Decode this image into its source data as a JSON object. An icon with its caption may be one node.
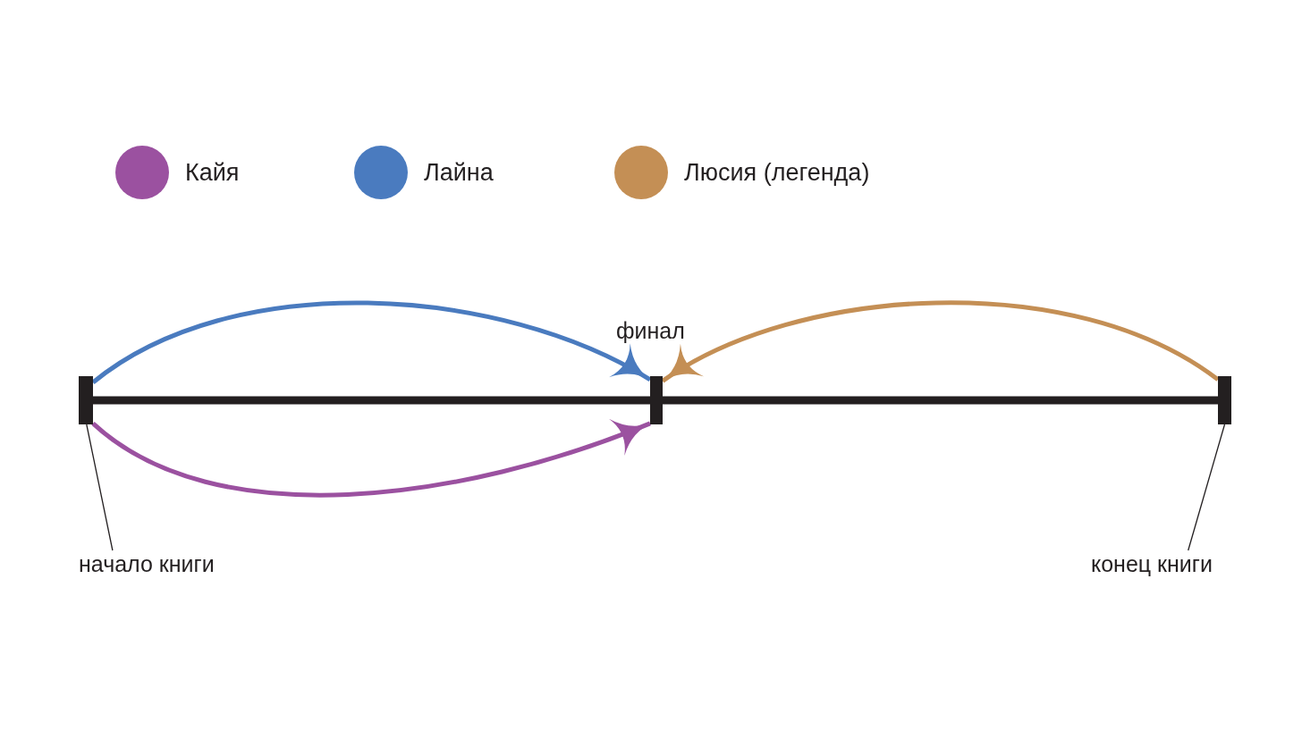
{
  "diagram": {
    "nodes": [
      {
        "text": [],
        "shape": "bar"
      },
      {
        "text": [],
        "shape": "bar",
        "beside": [
          "финал"
        ]
      },
      {
        "text": [],
        "shape": "bar"
      },
      {
        "text": [
          "начало книги"
        ]
      },
      {
        "text": [
          "конец книги"
        ]
      }
    ],
    "edges": [
      {
        "from": 0,
        "to": 1,
        "arrow": "none",
        "style": "thick"
      },
      {
        "from": 1,
        "to": 2,
        "arrow": "none",
        "style": "thick"
      },
      {
        "from": 0,
        "to": 1,
        "arrow": "to",
        "color": "#4a7bbf"
      },
      {
        "from": 0,
        "to": 1,
        "arrow": "to",
        "color": "#9b51a0"
      },
      {
        "from": 2,
        "to": 1,
        "arrow": "to",
        "color": "#c48f55"
      },
      {
        "from": 3,
        "to": 0,
        "arrow": "none"
      },
      {
        "from": 4,
        "to": 2,
        "arrow": "none"
      }
    ],
    "legend": [
      {
        "text": "Кайя",
        "color": "#9b51a0"
      },
      {
        "text": "Лайна",
        "color": "#4a7bbf"
      },
      {
        "text": "Люсия (легенда)",
        "color": "#c48f55"
      }
    ]
  }
}
